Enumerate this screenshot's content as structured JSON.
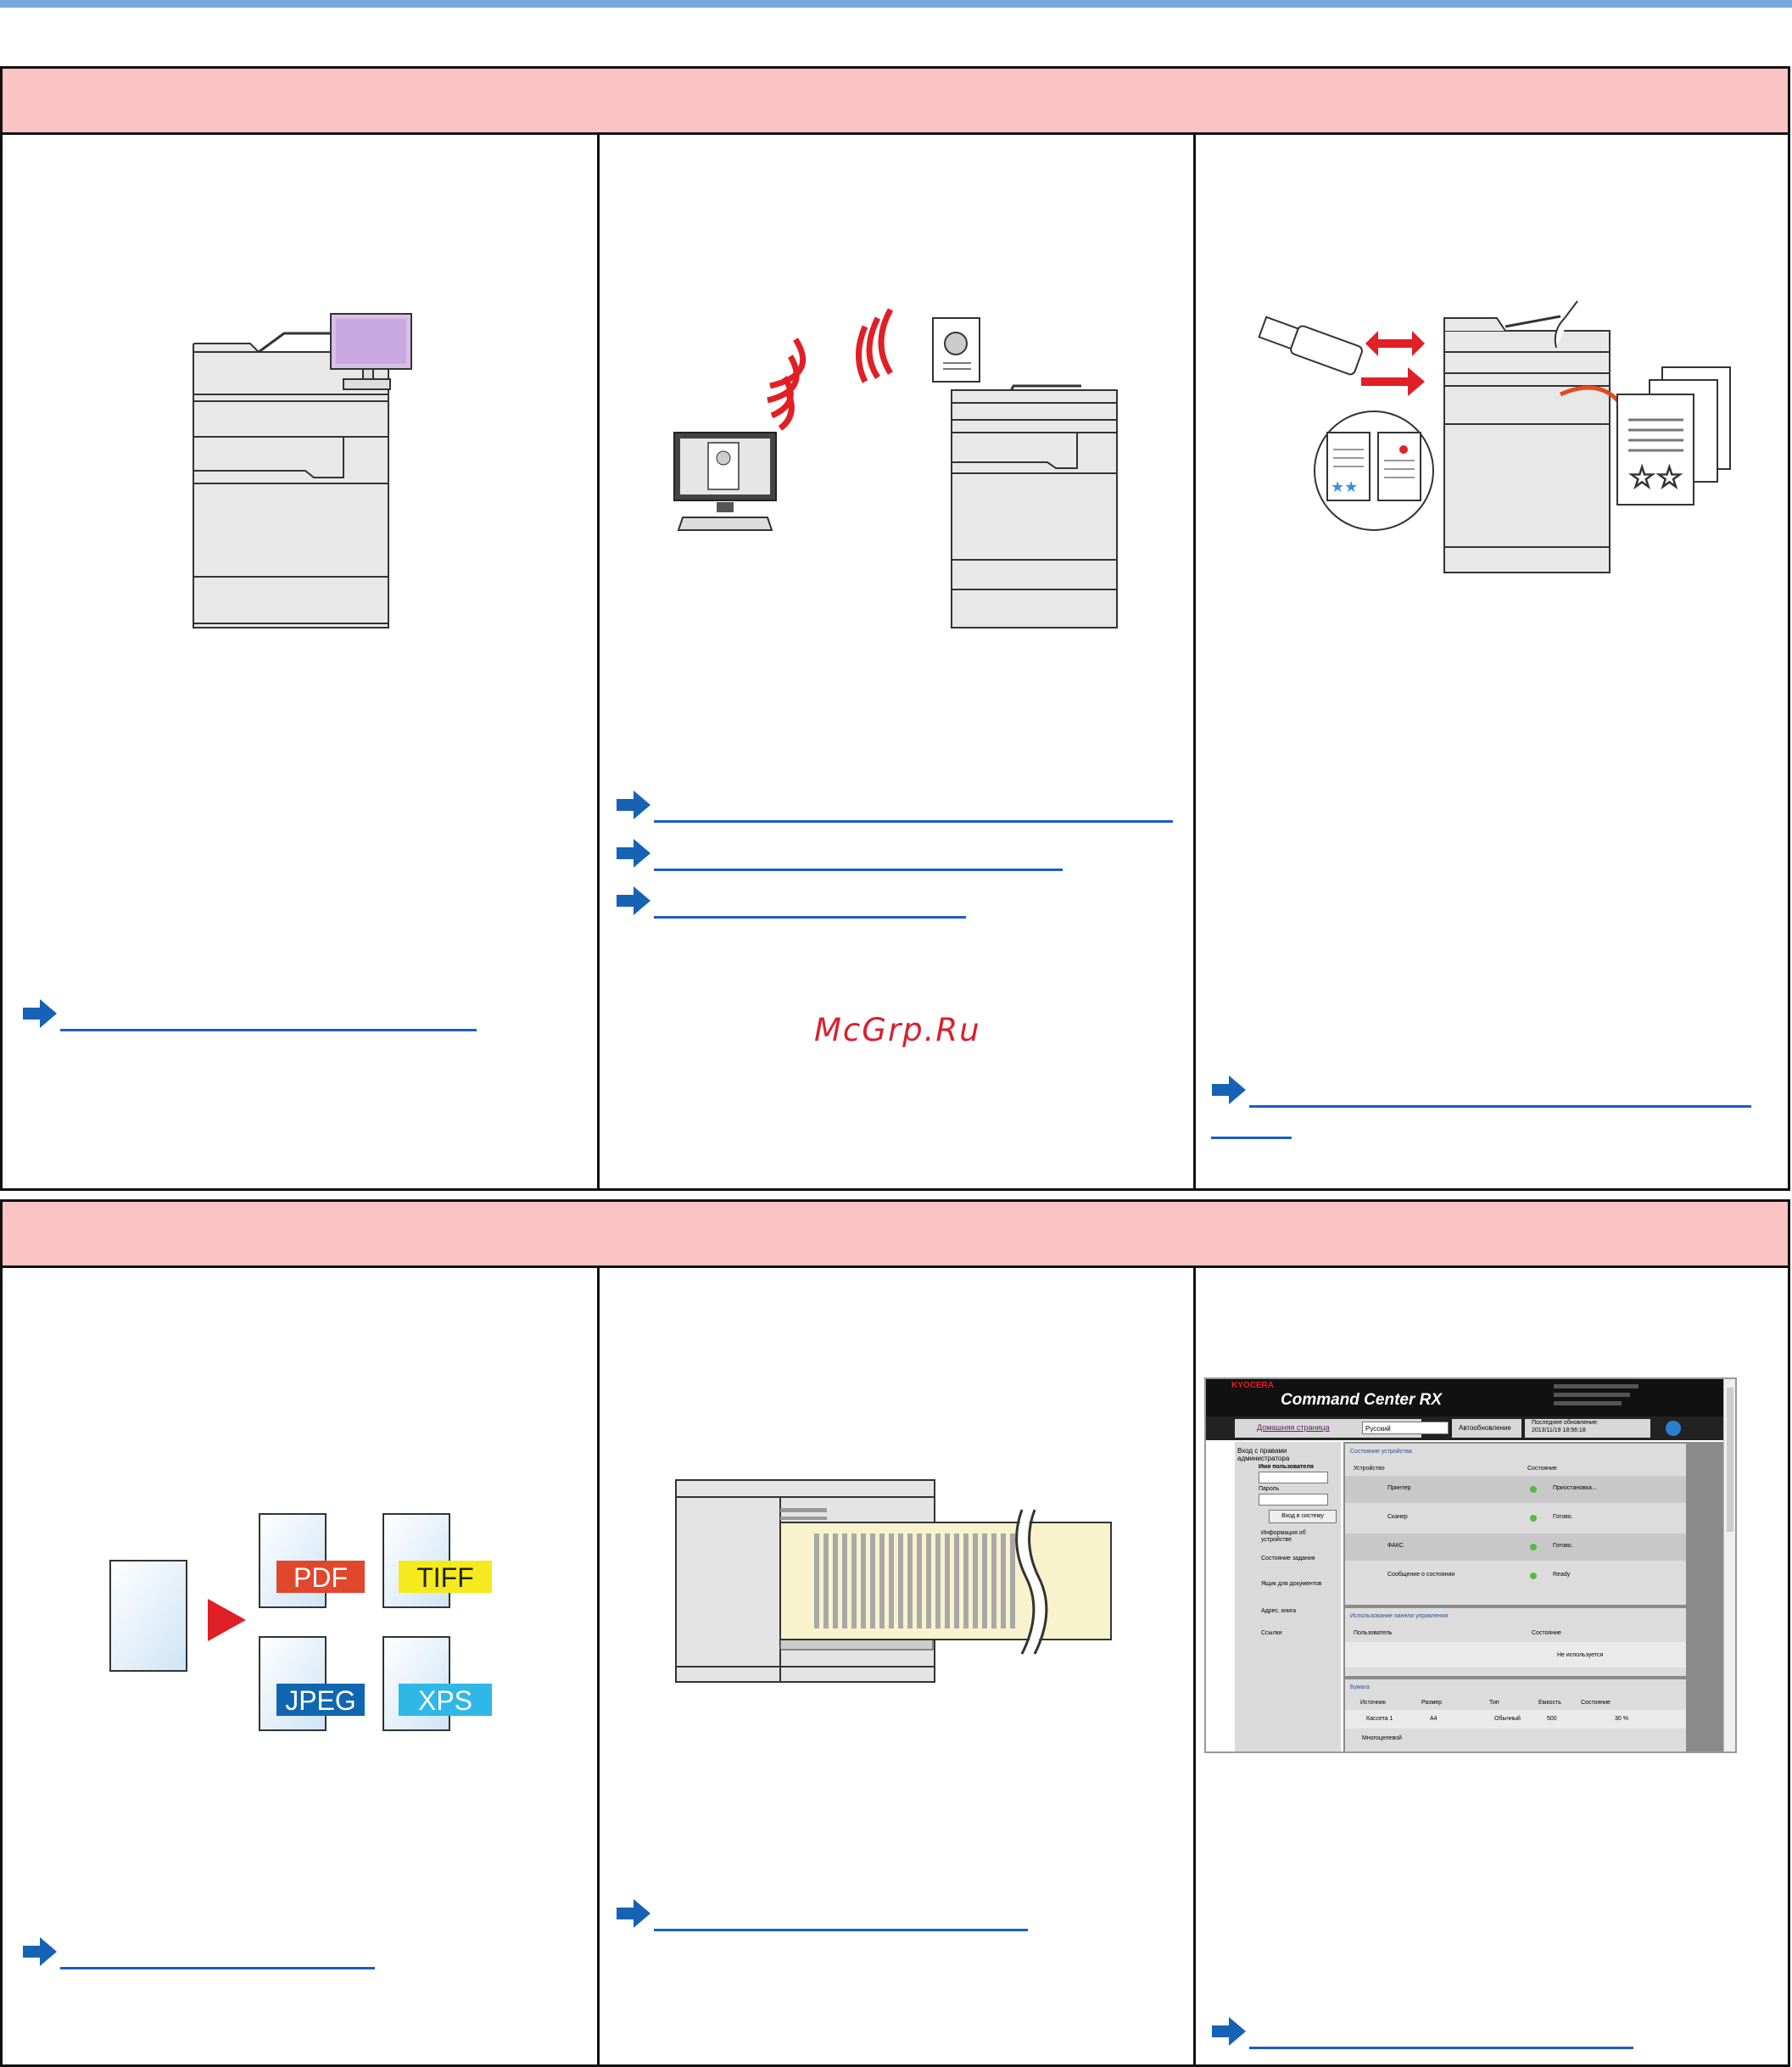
{
  "watermark": "McGrp.Ru",
  "formats": [
    "PDF",
    "TIFF",
    "JPEG",
    "XPS"
  ],
  "screenshot": {
    "brand": "KYOCERA",
    "app_title": "Command Center RX",
    "home": "Домашняя страница",
    "language": "Русский",
    "auto_refresh": "Автообновление",
    "last_update_label": "Последнее обновление:",
    "last_update": "2013/11/19 18:56:18",
    "login_title": "Вход с правами администратора",
    "username": "Имя пользователя",
    "password": "Пароль",
    "login_button": "Вход в систему",
    "nav": [
      "Информация об устройстве",
      "Состояние задания",
      "Ящик для документов",
      "Адрес. книга",
      "Ссылки"
    ],
    "device_status": "Состояние устройства",
    "device_col": "Устройство",
    "state_col": "Состояние",
    "devices": [
      {
        "name": "Принтер",
        "status": "Приостановка..."
      },
      {
        "name": "Сканер",
        "status": "Готово."
      },
      {
        "name": "ФАКС",
        "status": "Готово."
      },
      {
        "name": "Сообщение о состоянии",
        "status": "Ready"
      }
    ],
    "panel_usage": "Использование панели управления",
    "user_col": "Пользователь",
    "panel_state": "Не используется",
    "paper": "Бумага",
    "paper_cols": [
      "Источник",
      "Размер",
      "Тип",
      "Емкость",
      "Состояние"
    ],
    "paper_row": [
      "Кассета 1",
      "A4",
      "Обычный",
      "500",
      "30 %"
    ],
    "paper_row2": "Многоцелевой"
  },
  "colors": {
    "header": "#fcc3c4",
    "link": "#1a5fc2",
    "arrow": "#1663b5",
    "accent_red": "#e01f26"
  }
}
